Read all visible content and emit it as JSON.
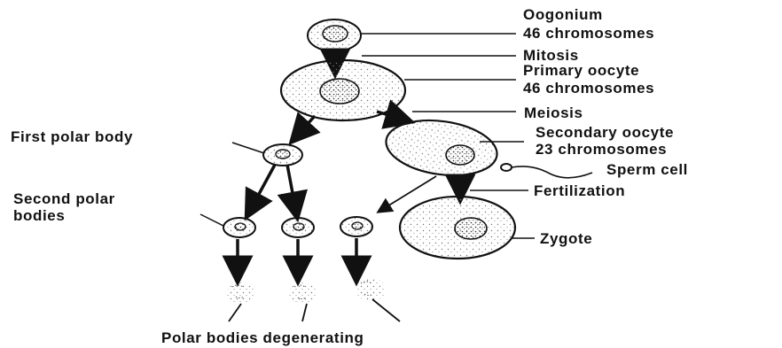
{
  "labels": {
    "oogonium": "Oogonium",
    "oogonium_chrom": "46 chromosomes",
    "mitosis": "Mitosis",
    "primary_oocyte": "Primary oocyte",
    "primary_chrom": "46 chromosomes",
    "meiosis": "Meiosis",
    "secondary_oocyte": "Secondary oocyte",
    "secondary_chrom": "23 chromosomes",
    "first_polar_body": "First polar body",
    "sperm_cell": "Sperm  cell",
    "fertilization": "Fertilization",
    "second_polar_line1": "Second polar",
    "second_polar_line2": "bodies",
    "zygote": "Zygote",
    "degenerating": "Polar bodies  degenerating"
  },
  "colors": {
    "ink": "#111111",
    "cytoplasm_stipple": "#7a7a7a",
    "background": "#ffffff"
  }
}
